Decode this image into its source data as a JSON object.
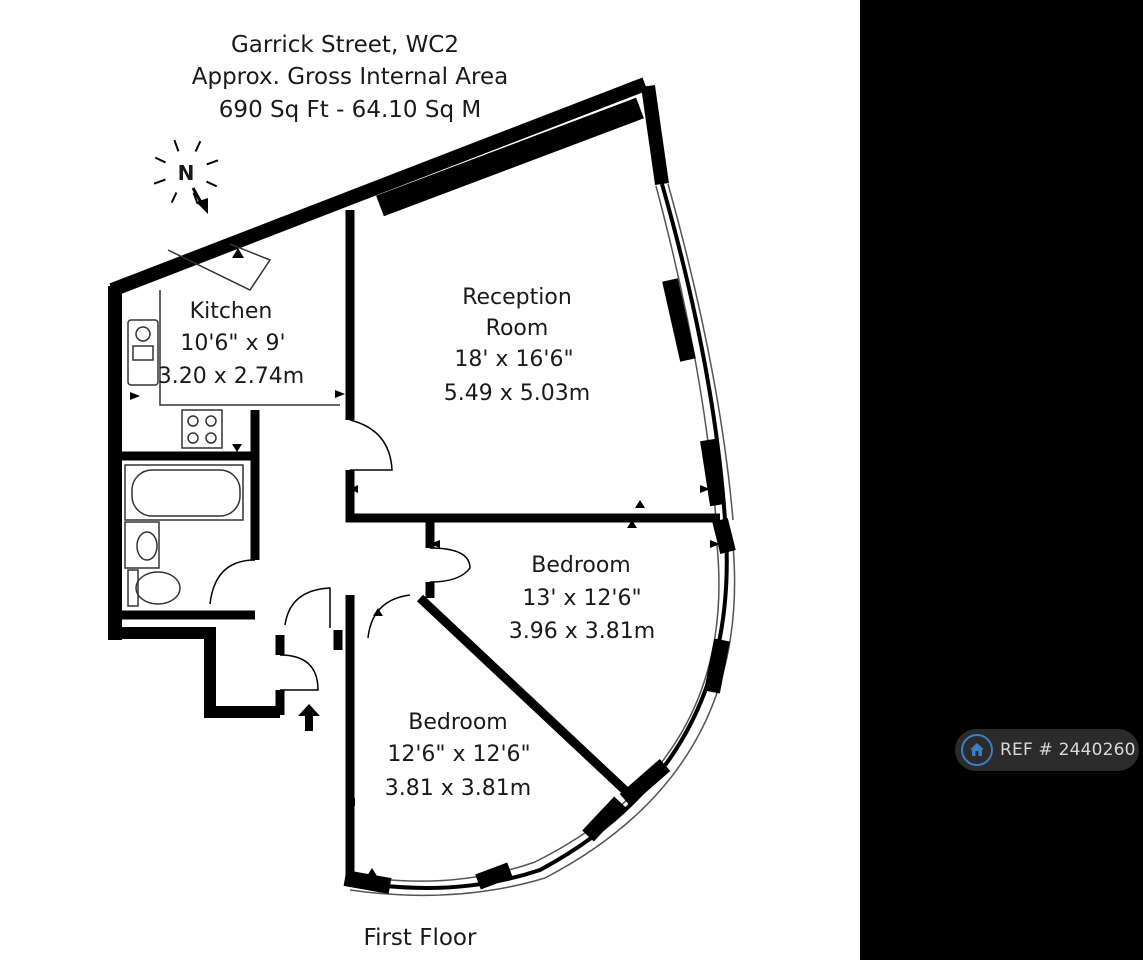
{
  "floorplan": {
    "title_line1": "Garrick Street, WC2",
    "title_line2": "Approx. Gross Internal Area",
    "title_line3": "690 Sq Ft  -  64.10 Sq M",
    "compass_letter": "N",
    "floor_label": "First Floor",
    "rooms": {
      "kitchen": {
        "name": "Kitchen",
        "dim_imperial": "10'6\" x 9'",
        "dim_metric": "3.20 x 2.74m"
      },
      "reception": {
        "name_line1": "Reception",
        "name_line2": "Room",
        "dim_imperial": "18' x 16'6\"",
        "dim_metric": "5.49 x 5.03m"
      },
      "bedroom1": {
        "name": "Bedroom",
        "dim_imperial": "13' x 12'6\"",
        "dim_metric": "3.96 x 3.81m"
      },
      "bedroom2": {
        "name": "Bedroom",
        "dim_imperial": "12'6\" x 12'6\"",
        "dim_metric": "3.81 x 3.81m"
      }
    }
  },
  "reference": {
    "label": "REF # 2440260",
    "icon": "home-icon",
    "accent_color": "#3a7fc1"
  }
}
